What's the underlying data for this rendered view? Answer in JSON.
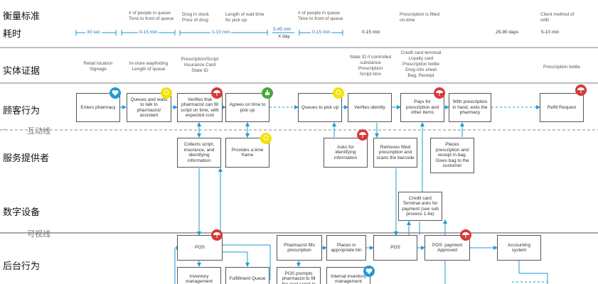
{
  "rows": {
    "metric": "衡量标准",
    "time": "耗时",
    "physical": "实体证据",
    "customer": "顾客行为",
    "interaction": "互动线",
    "provider": "服务提供者",
    "digital": "数字设备",
    "visibility": "可视线",
    "backstage": "后台行为"
  },
  "metrics": [
    "# of people in queue\nTime to front of queue",
    "Drug in stock\nPrice of drug",
    "Length of wait time\nfor pick up",
    "# of people in queue\nTime to front of queue",
    "Prescription is filled\non-time",
    "Client method of\nrefill"
  ],
  "times": [
    "30 sec",
    "0-15 min",
    "1-10 min",
    "5-45 min",
    "X day",
    "0-15 min",
    "0-15 min",
    "25-90 days",
    "5-10 min"
  ],
  "evidence": [
    "Retail location\nSignage",
    "In-store wayfinding\nLength of queue",
    "Prescription/Script\nInsurance Card\nState ID",
    "State ID if controlled\nsubstance\nPrescription\nScript bins",
    "Credit card terminal\nLoyalty card\nPrescription bottle\nDrug info sheet\nBag, Receipt",
    "Prescription bottle"
  ],
  "customer_actions": [
    "Enters pharmacy",
    "Queues and waits to talk to pharmacist/ assistant",
    "Verifies that pharmacist can fill script on time, with expected cost",
    "Agrees on time to pick up",
    "Queues to pick up",
    "Verifies identity",
    "Pays for prescription and other items",
    "With prescription in hand, exits the pharmacy",
    "Refill Request"
  ],
  "provider_actions": [
    "Collects script, insurance, and identifying information",
    "Provides a time frame",
    "Asks for identifying information",
    "Retrieves filled prescription and scans the barcode",
    "Places prescription and receipt in bag. Gives bag to the customer"
  ],
  "digital_actions": [
    "Credit card Terminal asks for payment (see sub process 1.4a)"
  ],
  "backstage_actions": [
    "POS",
    "Pharmacist fills prescription",
    "Places in appropriate bin",
    "POS",
    "POS: payment Approved",
    "Accounting system",
    "Inventory management",
    "Fulfillment Queue",
    "POS prompts pharmacist to fill the next script in",
    "Internal inventory management"
  ],
  "colors": {
    "accent": "#1e9ad6",
    "pain": "#d63a3a",
    "opportunity": "#f2e205",
    "positive": "#4aa83c",
    "heart": "#1e9ad6"
  }
}
